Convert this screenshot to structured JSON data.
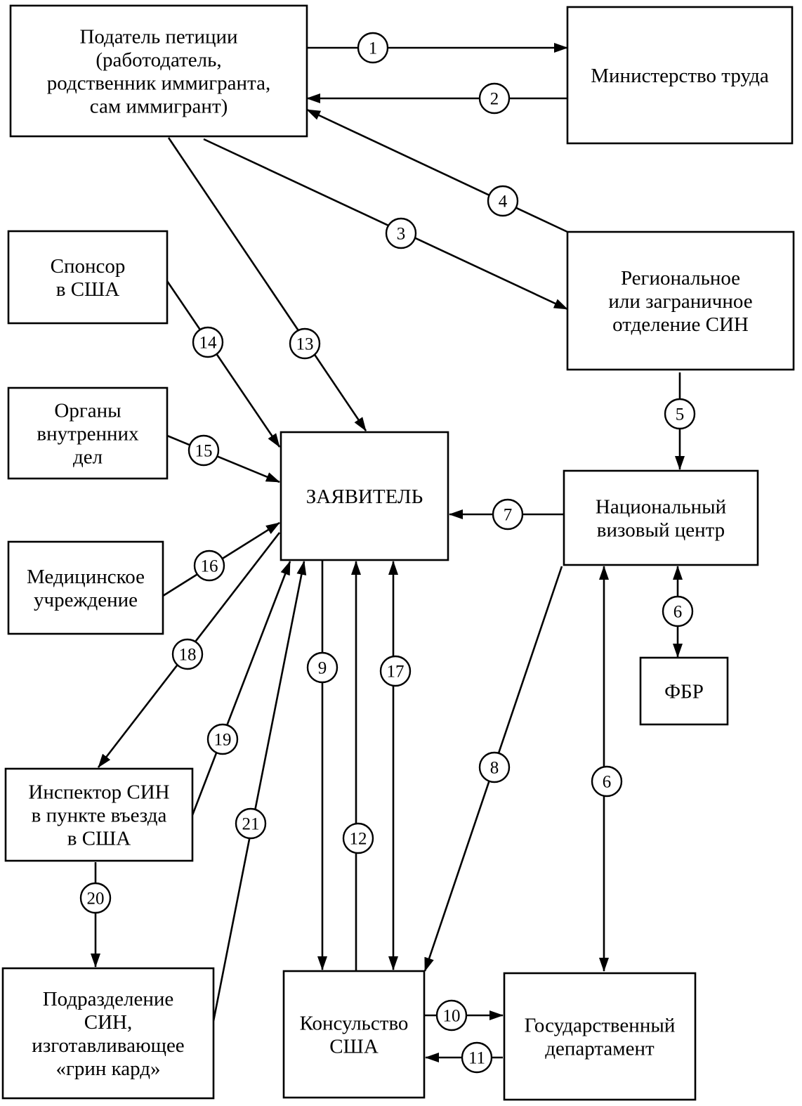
{
  "nodes": {
    "petitioner": [
      "Податель петиции",
      "(работодатель,",
      "родственник иммигранта,",
      "сам иммигрант)"
    ],
    "labor": [
      "Министерство труда"
    ],
    "regional": [
      "Региональное",
      "или заграничное",
      "отделение СИН"
    ],
    "sponsor": [
      "Спонсор",
      "в США"
    ],
    "internal": [
      "Органы",
      "внутренних",
      "дел"
    ],
    "medical": [
      "Медицинское",
      "учреждение"
    ],
    "applicant": [
      "ЗАЯВИТЕЛЬ"
    ],
    "nvc": [
      "Национальный",
      "визовый центр"
    ],
    "fbi": [
      "ФБР"
    ],
    "inspector": [
      "Инспектор СИН",
      "в пункте въезда",
      "в США"
    ],
    "greencard": [
      "Подразделение",
      "СИН,",
      "изготавливающее",
      "«грин кард»"
    ],
    "consulate": [
      "Консульство",
      "США"
    ],
    "state": [
      "Государственный",
      "департамент"
    ]
  },
  "edges": [
    {
      "label": "1",
      "from": "petitioner",
      "to": "labor",
      "arrow": "end"
    },
    {
      "label": "2",
      "from": "labor",
      "to": "petitioner",
      "arrow": "end"
    },
    {
      "label": "3",
      "from": "petitioner",
      "to": "regional",
      "arrow": "end"
    },
    {
      "label": "4",
      "from": "regional",
      "to": "petitioner",
      "arrow": "end"
    },
    {
      "label": "5",
      "from": "regional",
      "to": "nvc",
      "arrow": "end"
    },
    {
      "label": "6",
      "from": "nvc",
      "to": "fbi",
      "arrow": "both"
    },
    {
      "label": "6",
      "from": "nvc",
      "to": "state",
      "arrow": "both"
    },
    {
      "label": "7",
      "from": "nvc",
      "to": "applicant",
      "arrow": "end"
    },
    {
      "label": "8",
      "from": "nvc",
      "to": "consulate",
      "arrow": "end"
    },
    {
      "label": "9",
      "from": "applicant",
      "to": "consulate",
      "arrow": "end"
    },
    {
      "label": "10",
      "from": "consulate",
      "to": "state",
      "arrow": "end"
    },
    {
      "label": "11",
      "from": "state",
      "to": "consulate",
      "arrow": "end"
    },
    {
      "label": "12",
      "from": "consulate",
      "to": "applicant",
      "arrow": "end"
    },
    {
      "label": "13",
      "from": "petitioner",
      "to": "applicant",
      "arrow": "end"
    },
    {
      "label": "14",
      "from": "sponsor",
      "to": "applicant",
      "arrow": "end"
    },
    {
      "label": "15",
      "from": "internal",
      "to": "applicant",
      "arrow": "end"
    },
    {
      "label": "16",
      "from": "medical",
      "to": "applicant",
      "arrow": "end"
    },
    {
      "label": "17",
      "from": "applicant",
      "to": "consulate",
      "arrow": "both"
    },
    {
      "label": "18",
      "from": "applicant",
      "to": "inspector",
      "arrow": "end"
    },
    {
      "label": "19",
      "from": "inspector",
      "to": "applicant",
      "arrow": "end"
    },
    {
      "label": "20",
      "from": "inspector",
      "to": "greencard",
      "arrow": "end"
    },
    {
      "label": "21",
      "from": "greencard",
      "to": "applicant",
      "arrow": "end"
    }
  ]
}
